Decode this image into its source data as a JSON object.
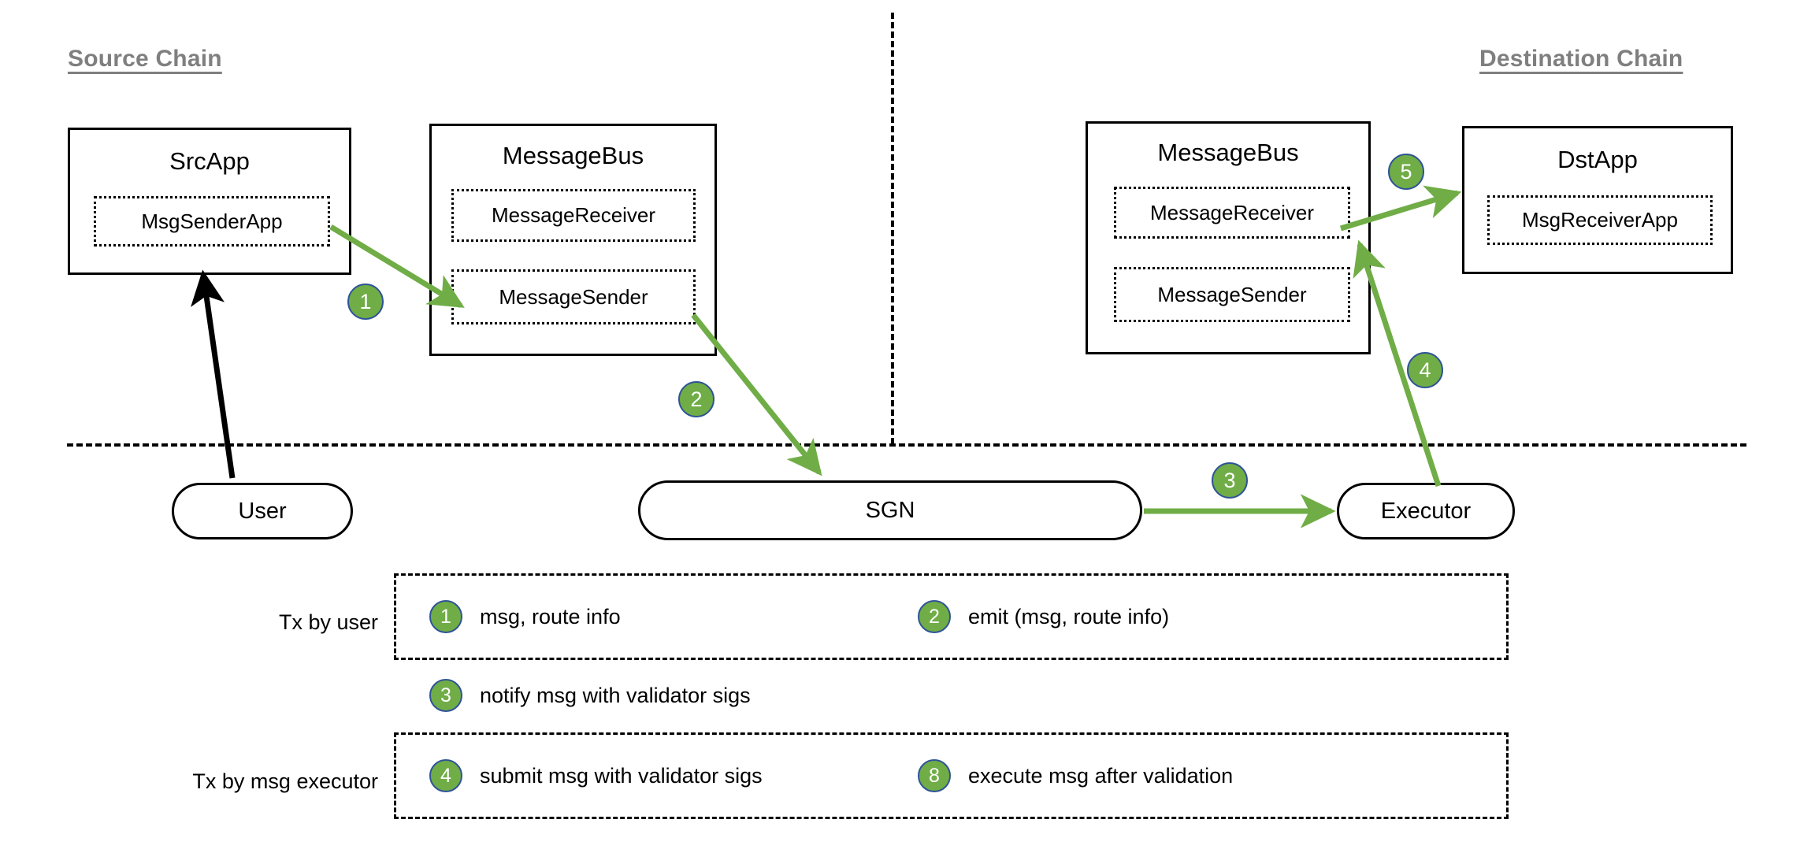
{
  "headings": {
    "source_chain": "Source Chain",
    "destination_chain": "Destination Chain"
  },
  "source": {
    "src_app": {
      "title": "SrcApp",
      "module": "MsgSenderApp"
    },
    "message_bus": {
      "title": "MessageBus",
      "receiver": "MessageReceiver",
      "sender": "MessageSender"
    }
  },
  "destination": {
    "message_bus": {
      "title": "MessageBus",
      "receiver": "MessageReceiver",
      "sender": "MessageSender"
    },
    "dst_app": {
      "title": "DstApp",
      "module": "MsgReceiverApp"
    }
  },
  "offchain": {
    "user": "User",
    "sgn": "SGN",
    "executor": "Executor"
  },
  "flow_badges": {
    "b1": "1",
    "b2": "2",
    "b3": "3",
    "b4": "4",
    "b5": "5"
  },
  "legend": {
    "row1_label": "Tx by user",
    "row2_label": "Tx by msg executor",
    "items": [
      {
        "num": "1",
        "text": "msg, route info"
      },
      {
        "num": "2",
        "text": "emit (msg, route info)"
      },
      {
        "num": "3",
        "text": "notify msg with validator sigs"
      },
      {
        "num": "4",
        "text": "submit msg with validator sigs"
      },
      {
        "num": "8",
        "text": "execute msg after validation"
      }
    ]
  },
  "colors": {
    "arrow_green": "#70ad47",
    "badge_fill": "#70ad47",
    "badge_border": "#2e5496",
    "heading_gray": "#7f7f7f",
    "stroke_black": "#000000"
  }
}
